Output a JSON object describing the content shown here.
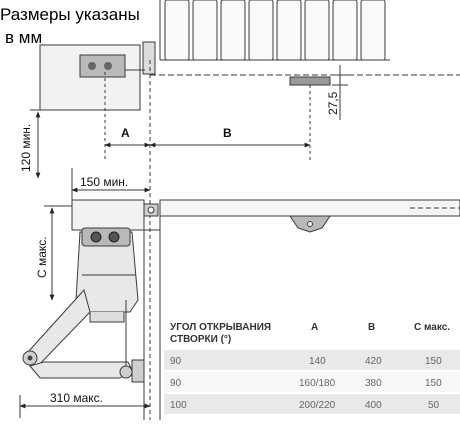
{
  "title_line1": "Размеры указаны",
  "title_line2": "в мм",
  "dimensions": {
    "d_27_5": "27,5",
    "d_120": "120 мин.",
    "d_150": "150 мин.",
    "d_c": "С макс.",
    "d_310": "310 макс.",
    "label_a": "A",
    "label_b": "B"
  },
  "table": {
    "headers": [
      "УГОЛ ОТКРЫВАНИЯ СТВОРКИ (°)",
      "A",
      "B",
      "С макс."
    ],
    "header_line1": "УГОЛ ОТКРЫВАНИЯ",
    "header_line2": "СТВОРКИ (°)",
    "rows": [
      [
        "90",
        "140",
        "420",
        "150"
      ],
      [
        "90",
        "160/180",
        "380",
        "150"
      ],
      [
        "100",
        "200/220",
        "400",
        "50"
      ]
    ]
  },
  "colors": {
    "line": "#3a3a3a",
    "wall_fill": "#f2f2f2",
    "motor_fill": "#e8e8e8",
    "bracket_fill": "#b9b9b9",
    "row_shade": "#e9e9e9"
  }
}
